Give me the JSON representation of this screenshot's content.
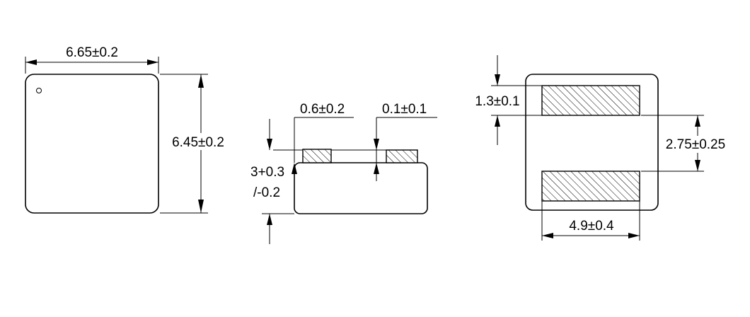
{
  "top_view": {
    "width_dim": "6.65±0.2",
    "height_dim": "6.45±0.2"
  },
  "side_view": {
    "terminal_width_dim": "0.6±0.2",
    "terminal_thickness_dim": "0.1±0.1",
    "height_dim_line1": "3+0.3",
    "height_dim_line2": "/-0.2"
  },
  "bottom_view": {
    "pad_height_dim": "1.3±0.1",
    "pad_gap_dim": "2.75±0.25",
    "pad_width_dim": "4.9±0.4"
  },
  "colors": {
    "line": "#000000",
    "background": "#ffffff"
  }
}
